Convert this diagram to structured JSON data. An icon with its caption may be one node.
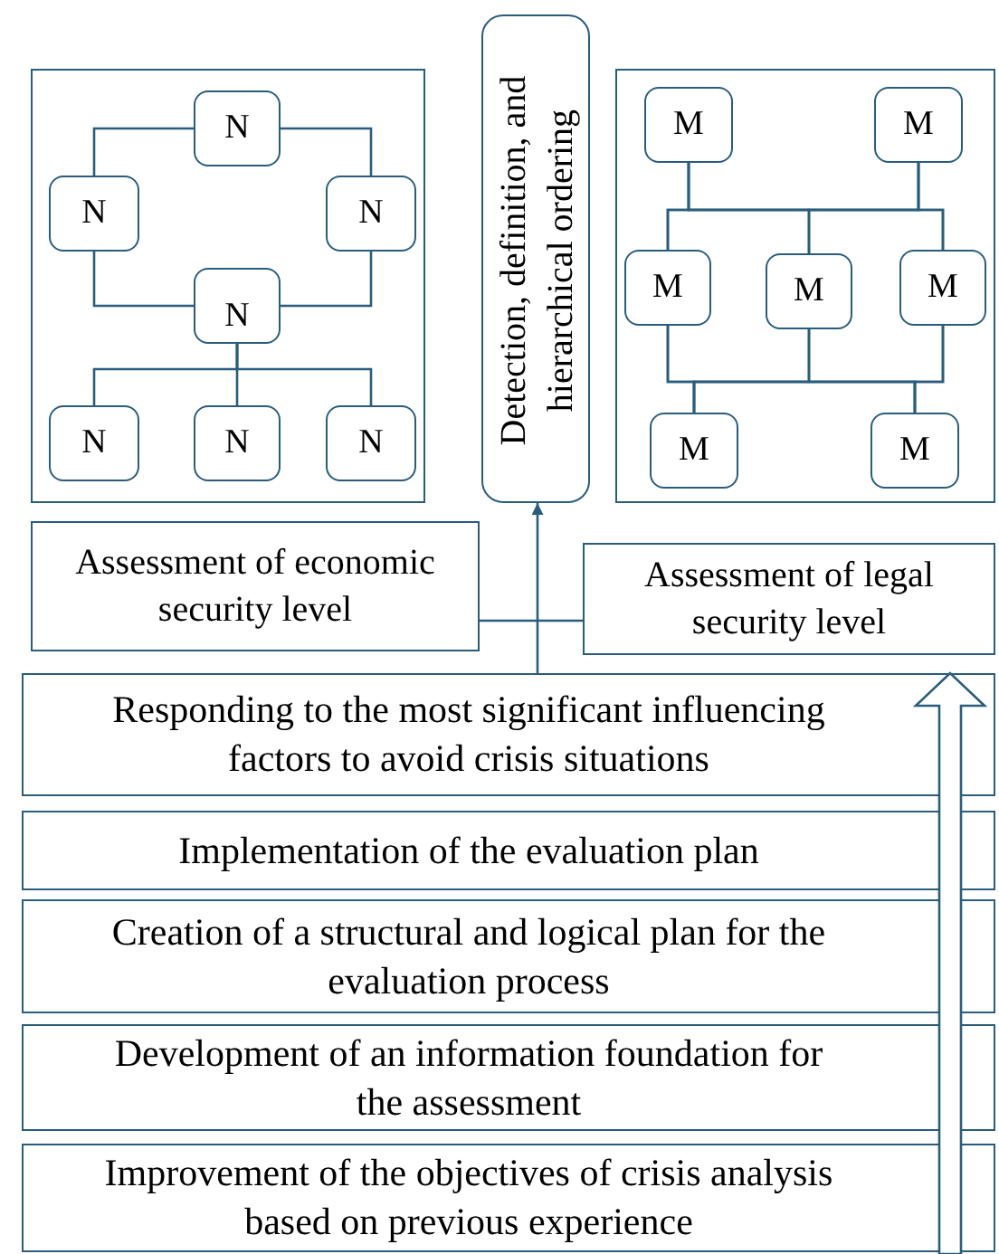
{
  "diagram": {
    "nodes": [
      {
        "text": [],
        "shape": "box"
      },
      {
        "text": [
          "N"
        ],
        "in": 0
      },
      {
        "text": [
          "N"
        ],
        "in": 0
      },
      {
        "text": [
          "N"
        ],
        "in": 0
      },
      {
        "text": [
          "N"
        ],
        "in": 0
      },
      {
        "text": [
          "N"
        ],
        "in": 0
      },
      {
        "text": [
          "N"
        ],
        "in": 0
      },
      {
        "text": [
          "N"
        ],
        "in": 0
      },
      {
        "text": [
          "Detection, definition, and hierarchical ordering"
        ]
      },
      {
        "text": [],
        "shape": "box"
      },
      {
        "text": [
          "M"
        ],
        "in": 9
      },
      {
        "text": [
          "M"
        ],
        "in": 9
      },
      {
        "text": [
          "M"
        ],
        "in": 9
      },
      {
        "text": [
          "M"
        ],
        "in": 9
      },
      {
        "text": [
          "M"
        ],
        "in": 9
      },
      {
        "text": [
          "M"
        ],
        "in": 9
      },
      {
        "text": [
          "M"
        ],
        "in": 9
      },
      {
        "text": [
          "Assessment of economic security level"
        ]
      },
      {
        "text": [
          "Assessment of legal security level"
        ]
      },
      {
        "text": [
          "Responding to the most significant influencing factors to avoid crisis situations"
        ]
      },
      {
        "text": [
          "Implementation of the evaluation plan"
        ]
      },
      {
        "text": [
          "Creation of a structural and logical plan for the evaluation  process"
        ]
      },
      {
        "text": [
          "Development of an information foundation for the assessment"
        ]
      },
      {
        "text": [
          "Improvement of the objectives of crisis analysis based on previous experience"
        ]
      }
    ],
    "edges": [
      {
        "from": 1,
        "to": 2,
        "arrow": "none"
      },
      {
        "from": 1,
        "to": 3,
        "arrow": "none"
      },
      {
        "from": 2,
        "to": 4,
        "arrow": "none"
      },
      {
        "from": 3,
        "to": 4,
        "arrow": "none"
      },
      {
        "from": 4,
        "to": 5,
        "arrow": "none"
      },
      {
        "from": 4,
        "to": 6,
        "arrow": "none"
      },
      {
        "from": 4,
        "to": 7,
        "arrow": "none"
      },
      {
        "from": 10,
        "to": 12,
        "arrow": "none"
      },
      {
        "from": 10,
        "to": 13,
        "arrow": "none"
      },
      {
        "from": 10,
        "to": 14,
        "arrow": "none"
      },
      {
        "from": 11,
        "to": 12,
        "arrow": "none"
      },
      {
        "from": 11,
        "to": 13,
        "arrow": "none"
      },
      {
        "from": 11,
        "to": 14,
        "arrow": "none"
      },
      {
        "from": 12,
        "to": 15,
        "arrow": "none"
      },
      {
        "from": 12,
        "to": 16,
        "arrow": "none"
      },
      {
        "from": 13,
        "to": 15,
        "arrow": "none"
      },
      {
        "from": 13,
        "to": 16,
        "arrow": "none"
      },
      {
        "from": 14,
        "to": 15,
        "arrow": "none"
      },
      {
        "from": 14,
        "to": 16,
        "arrow": "none"
      },
      {
        "from": 17,
        "to": 18,
        "arrow": "none"
      },
      {
        "from": 19,
        "to": 8,
        "arrow": "to"
      }
    ]
  }
}
